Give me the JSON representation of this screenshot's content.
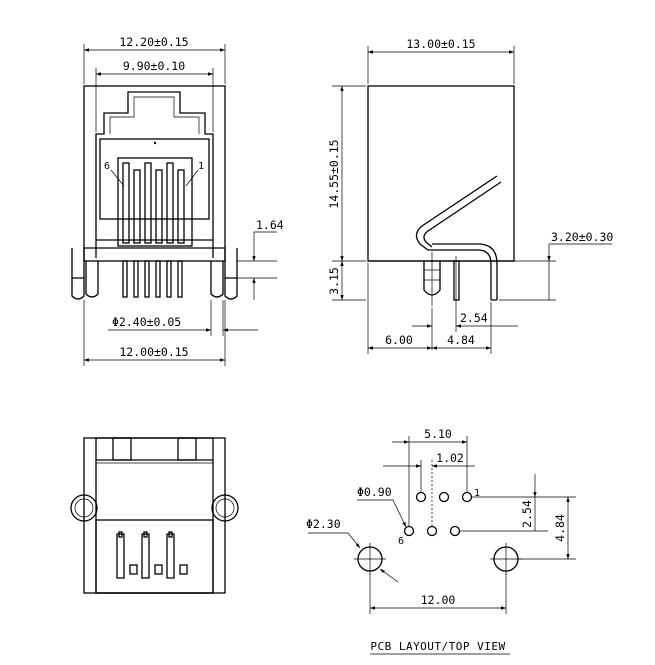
{
  "front_view": {
    "dim_outer_width_top": "12.20±0.15",
    "dim_plug_width": "9.90±0.10",
    "dim_leg_height": "1.64",
    "dim_post_diameter": "Φ2.40±0.05",
    "dim_outer_width_bottom": "12.00±0.15",
    "pin_label_left": "6",
    "pin_label_right": "1"
  },
  "side_view": {
    "dim_depth": "13.00±0.15",
    "dim_body_height": "14.55±0.15",
    "dim_lead_height": "3.15",
    "dim_standoff": "3.20±0.30",
    "dim_post_offset": "6.00",
    "dim_row_offset": "4.84",
    "dim_pin_pitch": "2.54"
  },
  "pcb_layout": {
    "dim_row_span": "5.10",
    "dim_half_pitch": "1.02",
    "dim_hole_small": "Φ0.90",
    "dim_hole_large": "Φ2.30",
    "dim_row_spacing": "2.54",
    "dim_total_height": "4.84",
    "dim_post_spacing": "12.00",
    "pin_label_first": "1",
    "pin_label_last": "6",
    "caption": "PCB LAYOUT/TOP VIEW"
  }
}
